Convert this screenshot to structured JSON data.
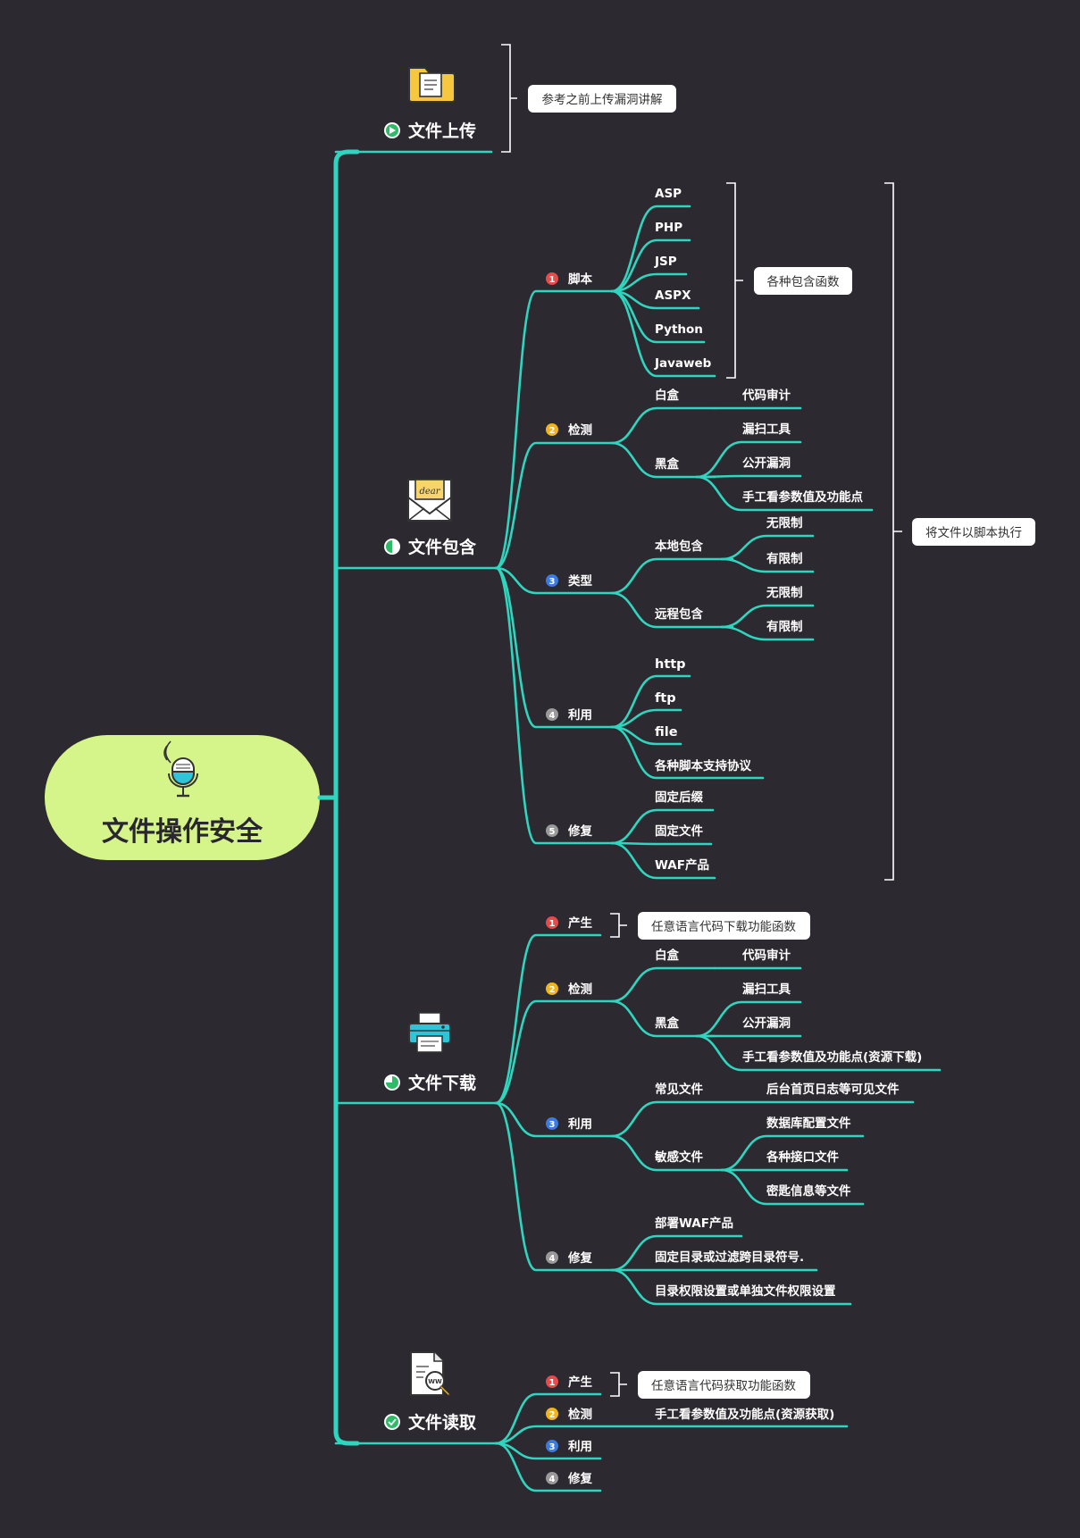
{
  "root": {
    "title": "文件操作安全",
    "icon": "microphone-icon"
  },
  "colors": {
    "line": "#2ed6bf",
    "root_bg": "#d5f58a",
    "background": "#2d2930"
  },
  "sections": {
    "upload": {
      "title": "文件上传",
      "icon": "folder-document-icon",
      "note": "参考之前上传漏洞讲解"
    },
    "include": {
      "title": "文件包含",
      "icon": "envelope-letter-icon",
      "script": {
        "label": "脚本",
        "items": [
          "ASP",
          "PHP",
          "JSP",
          "ASPX",
          "Python",
          "Javaweb"
        ],
        "note": "各种包含函数"
      },
      "detect": {
        "label": "检测",
        "whitebox": "白盒",
        "whitebox_item": "代码审计",
        "blackbox": "黑盒",
        "blackbox_items": [
          "漏扫工具",
          "公开漏洞",
          "手工看参数值及功能点"
        ]
      },
      "type": {
        "label": "类型",
        "local": "本地包含",
        "local_items": [
          "无限制",
          "有限制"
        ],
        "remote": "远程包含",
        "remote_items": [
          "无限制",
          "有限制"
        ]
      },
      "use": {
        "label": "利用",
        "items": [
          "http",
          "ftp",
          "file",
          "各种脚本支持协议"
        ]
      },
      "fix": {
        "label": "修复",
        "items": [
          "固定后缀",
          "固定文件",
          "WAF产品"
        ]
      },
      "note": "将文件以脚本执行"
    },
    "download": {
      "title": "文件下载",
      "icon": "printer-icon",
      "produce": {
        "label": "产生",
        "note": "任意语言代码下载功能函数"
      },
      "detect": {
        "label": "检测",
        "whitebox": "白盒",
        "whitebox_item": "代码审计",
        "blackbox": "黑盒",
        "blackbox_items": [
          "漏扫工具",
          "公开漏洞",
          "手工看参数值及功能点(资源下载)"
        ]
      },
      "use": {
        "label": "利用",
        "common": "常见文件",
        "common_item": "后台首页日志等可见文件",
        "sensitive": "敏感文件",
        "sensitive_items": [
          "数据库配置文件",
          "各种接口文件",
          "密匙信息等文件"
        ]
      },
      "fix": {
        "label": "修复",
        "items": [
          "部署WAF产品",
          "固定目录或过滤跨目录符号.",
          "目录权限设置或单独文件权限设置"
        ]
      }
    },
    "read": {
      "title": "文件读取",
      "icon": "web-document-search-icon",
      "produce": {
        "label": "产生",
        "note": "任意语言代码获取功能函数"
      },
      "detect": {
        "label": "检测",
        "item": "手工看参数值及功能点(资源获取)"
      },
      "use": {
        "label": "利用"
      },
      "fix": {
        "label": "修复"
      }
    }
  },
  "badges": [
    "1",
    "2",
    "3",
    "4",
    "5"
  ]
}
